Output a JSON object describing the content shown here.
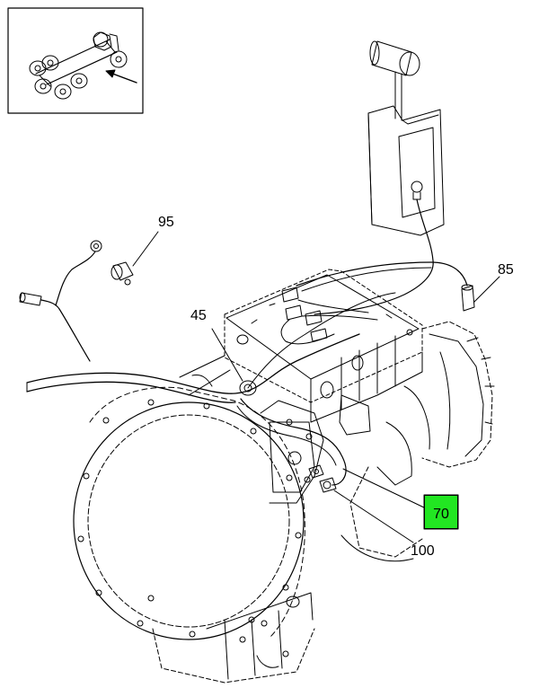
{
  "callouts": {
    "c95": "95",
    "c85": "85",
    "c45": "45",
    "c70": "70",
    "c100": "100"
  },
  "colors": {
    "line": "#000000",
    "highlight": "#22e622",
    "background": "#ffffff"
  },
  "highlighted_callout": "70"
}
